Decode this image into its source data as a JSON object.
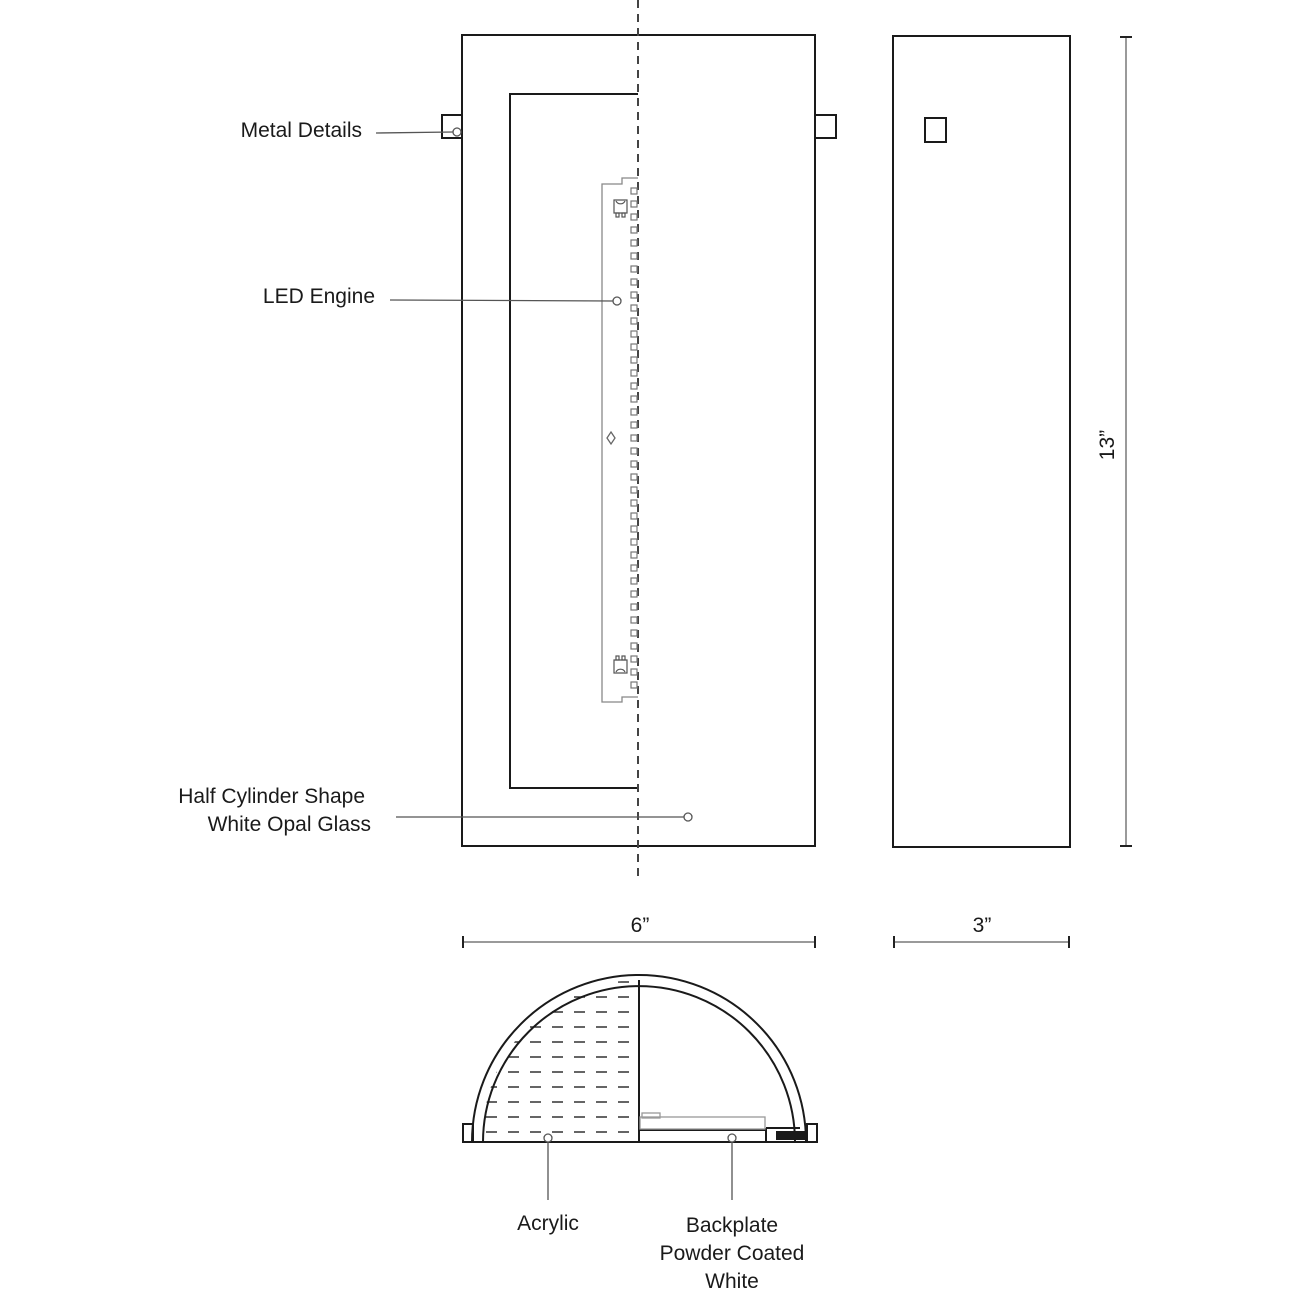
{
  "drawing": {
    "type": "technical-spec-drawing",
    "views": [
      "front-elevation",
      "side-elevation",
      "cross-section"
    ]
  },
  "callouts": {
    "metal_details": "Metal Details",
    "led_engine": "LED Engine",
    "glass_line1": "Half Cylinder Shape",
    "glass_line2": "White Opal Glass",
    "acrylic": "Acrylic",
    "backplate_line1": "Backplate",
    "backplate_line2": "Powder Coated",
    "backplate_line3": "White"
  },
  "dimensions": {
    "width": "6”",
    "depth": "3”",
    "height": "13”"
  },
  "colors": {
    "line": "#1a1a1a",
    "leader": "#555555",
    "dim_line": "#9a9a9a",
    "background": "#ffffff"
  }
}
